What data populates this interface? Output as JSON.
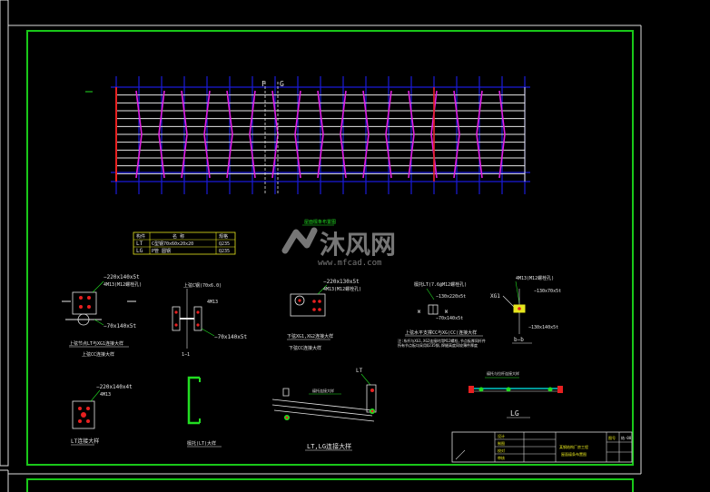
{
  "watermark": {
    "cn": "沐风网",
    "url": "www.mfcad.com"
  },
  "grid_labels": {
    "axis_f": "F",
    "axis_g": "G"
  },
  "colors": {
    "background": "#000000",
    "frame": "#19c819",
    "title_block": "#dcdcdc",
    "gridline": "#1a1ad8",
    "beam": "#e6e6e6",
    "purlin": "#e01ee0",
    "red": "#e82020",
    "cyan": "#00c8c8",
    "green": "#22dd22",
    "yellow": "#e6e61e",
    "white": "#e6e6e6"
  },
  "table": {
    "headers": [
      "构件",
      "名  称",
      "规格"
    ],
    "rows": [
      [
        "LT",
        "C型钢70x60x20x20",
        "Q235"
      ],
      [
        "LG",
        "P管 圆钢",
        "Q235"
      ]
    ]
  },
  "details": {
    "d1_callout": "−220x140x5t",
    "d1_sub": "4M13(M12螺栓孔)",
    "d1_plate": "−70x140x5t",
    "d1_caption": "上弦节点LT与XG1连接大样",
    "d1_caption2": "上弦CC连接大样",
    "d2_top": "上弦C钢(70x6.0)",
    "d2_bolt": "4M13",
    "d2_plate": "−70x140x5t",
    "d2_label": "1−1",
    "d3_callout": "−220x130x5t",
    "d3_sub": "4M13(M12螺栓孔)",
    "d3_caption": "下弦XG1,XG2连接大样",
    "d3_caption2": "下弦CC连接大样",
    "d4_top": "檩托LT(7.6@M12螺栓孔)",
    "d4_sub": "−130x220x5t",
    "d4_a": "W",
    "d4_b": "W",
    "d4_dim": "−70x140x5t",
    "d4_caption": "上弦水平支撑CC与XG(CC)连接大样",
    "d4_note1": "注:系杆与XG1,XG2连接时用M12螺栓,节点板厚同杆件",
    "d4_note2": "所有节点板均采用Q235钢,焊缝高度同较薄件厚度",
    "d5_top": "4M13(M12螺栓孔)",
    "d5_label": "XG1",
    "d5_dim": "−130x70x5t",
    "d5_dim2": "−130x140x5t",
    "d5_caption": "b−b",
    "d6_callout": "−220x140x4t",
    "d6_sub": "4M13",
    "d6_caption": "LT连接大样",
    "d7_caption": "檩托(LT)大样",
    "d8_top": "LT",
    "d8_label": "檩托连接大样",
    "d8_caption": "LT,LG连接大样",
    "d9_label": "檩托与拉杆连接大样",
    "d9_caption": "LG",
    "plan_label": "屋面檩条布置图"
  },
  "title_block": {
    "project": "某钢结构厂房工程",
    "drawing": "屋面檩条布置图",
    "no_label": "图号",
    "no": "结-08",
    "rows": [
      "设计",
      "制图",
      "校对",
      "审核"
    ]
  }
}
